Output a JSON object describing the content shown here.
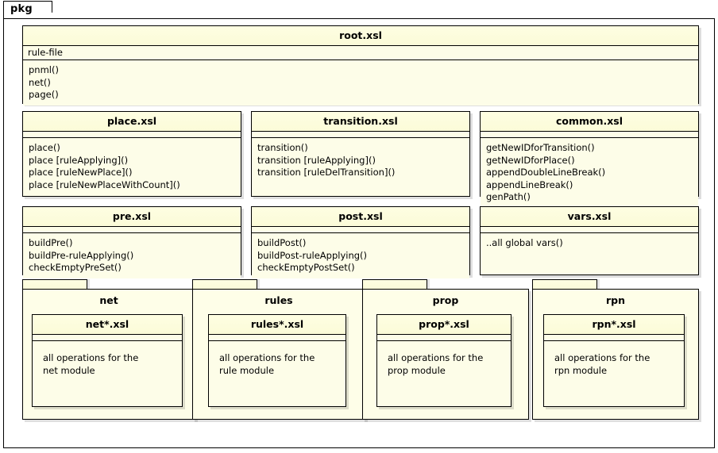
{
  "diagram": {
    "type": "uml-package-diagram",
    "outer_package_label": "pkg",
    "colors": {
      "class_fill": "#fdfde8",
      "header_fill": "#fbfbd8",
      "package_fill": "#fefee8",
      "border": "#000000",
      "canvas": "#ffffff"
    }
  },
  "classes": [
    {
      "name": "root.xsl",
      "attributes": [
        "rule-file"
      ],
      "operations": [
        "pnml()",
        "net()",
        "page()"
      ]
    },
    {
      "name": "place.xsl",
      "attributes": [],
      "operations": [
        "place()",
        "place [ruleApplying]()",
        "place [ruleNewPlace]()",
        "place [ruleNewPlaceWithCount]()"
      ]
    },
    {
      "name": "transition.xsl",
      "attributes": [],
      "operations": [
        "transition()",
        "transition [ruleApplying]()",
        "transition [ruleDelTransition]()"
      ]
    },
    {
      "name": "common.xsl",
      "attributes": [],
      "operations": [
        "getNewIDforTransition()",
        "getNewIDforPlace()",
        "appendDoubleLineBreak()",
        "appendLineBreak()",
        "genPath()"
      ]
    },
    {
      "name": "pre.xsl",
      "attributes": [],
      "operations": [
        "buildPre()",
        "buildPre-ruleApplying()",
        "checkEmptyPreSet()"
      ]
    },
    {
      "name": "post.xsl",
      "attributes": [],
      "operations": [
        "buildPost()",
        "buildPost-ruleApplying()",
        "checkEmptyPostSet()"
      ]
    },
    {
      "name": "vars.xsl",
      "attributes": [],
      "operations": [
        "..all global vars()"
      ]
    }
  ],
  "nested_packages": [
    {
      "name": "net",
      "class": {
        "name": "net*.xsl",
        "note_line_1": "all operations for the",
        "note_line_2": "net module"
      }
    },
    {
      "name": "rules",
      "class": {
        "name": "rules*.xsl",
        "note_line_1": "all operations for the",
        "note_line_2": "rule module"
      }
    },
    {
      "name": "prop",
      "class": {
        "name": "prop*.xsl",
        "note_line_1": "all operations for the",
        "note_line_2": "prop module"
      }
    },
    {
      "name": "rpn",
      "class": {
        "name": "rpn*.xsl",
        "note_line_1": "all operations for the",
        "note_line_2": "rpn module"
      }
    }
  ]
}
